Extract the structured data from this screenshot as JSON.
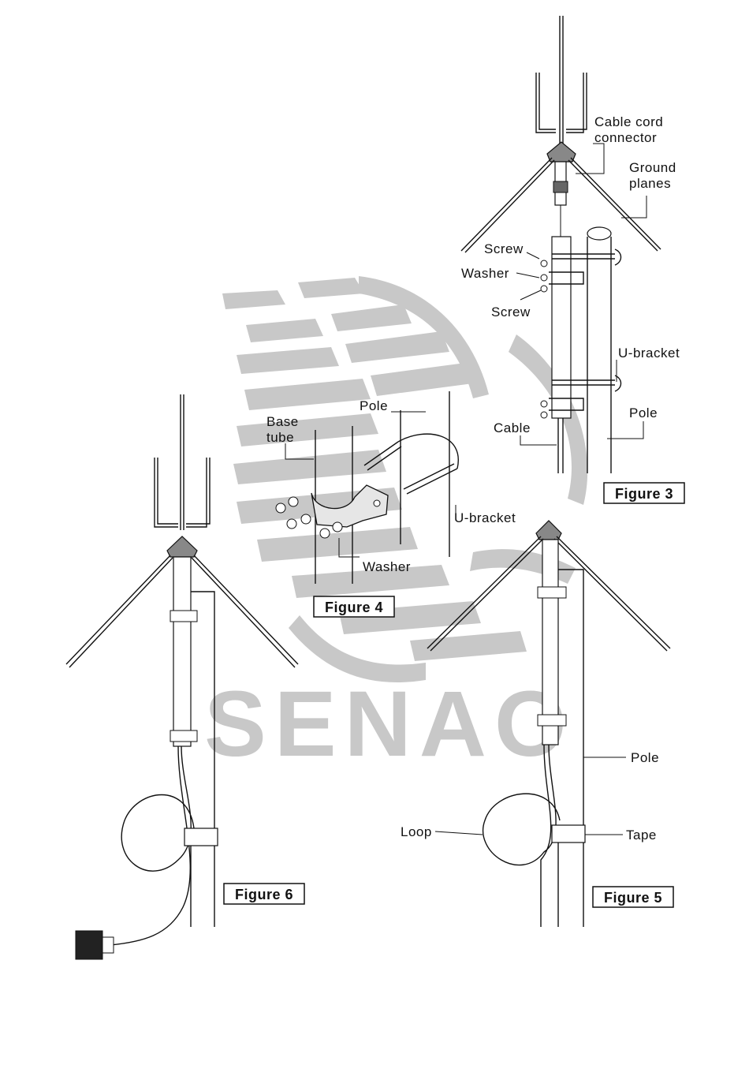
{
  "watermark": {
    "brand": "SENAO"
  },
  "labels": {
    "cable_cord_connector": [
      "Cable cord",
      "connector"
    ],
    "ground_planes": [
      "Ground",
      "planes"
    ],
    "screw_top": "Screw",
    "washer_fig3": "Washer",
    "screw_bottom": "Screw",
    "u_bracket_fig3": "U-bracket",
    "cable_fig3": "Cable",
    "pole_fig3": "Pole",
    "base_tube": [
      "Base",
      "tube"
    ],
    "pole_fig4": "Pole",
    "u_bracket_fig4": "U-bracket",
    "washer_fig4": "Washer",
    "pole_fig5": "Pole",
    "loop": "Loop",
    "tape": "Tape"
  },
  "figures": {
    "figure3": "Figure 3",
    "figure4": "Figure 4",
    "figure5": "Figure 5",
    "figure6": "Figure 6"
  }
}
